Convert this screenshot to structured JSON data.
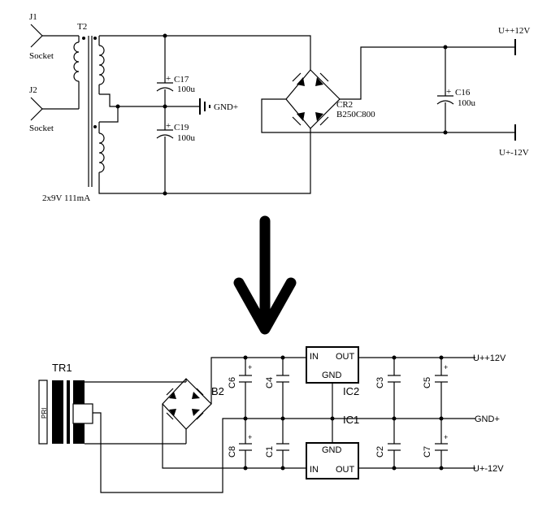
{
  "top": {
    "j1": "J1",
    "j1_type": "Socket",
    "j2": "J2",
    "j2_type": "Socket",
    "t2": "T2",
    "transformer_spec": "2x9V 111mA",
    "c17": "C17",
    "c17_val": "100u",
    "c19": "C19",
    "c19_val": "100u",
    "gnd": "GND+",
    "cr2": "CR2",
    "cr2_part": "B250C800",
    "c16": "C16",
    "c16_val": "100u",
    "vpos": "U++12V",
    "vneg": "U+-12V"
  },
  "bottom": {
    "tr1": "TR1",
    "pri": "PRI",
    "b2": "B2",
    "c6": "C6",
    "c4": "C4",
    "c8": "C8",
    "c1": "C1",
    "c3": "C3",
    "c5": "C5",
    "c2": "C2",
    "c7": "C7",
    "ic2": "IC2",
    "ic1": "IC1",
    "pin_in": "IN",
    "pin_out": "OUT",
    "pin_gnd": "GND",
    "vpos": "U++12V",
    "gnd": "GND+",
    "vneg": "U+-12V"
  }
}
